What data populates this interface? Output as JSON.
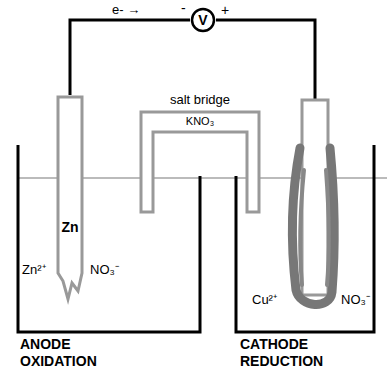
{
  "diagram": {
    "nodes": [
      {
        "text": [
          "V"
        ]
      },
      {
        "text": [
          "salt bridge",
          "KNO₃"
        ]
      },
      {
        "text": [
          "Zn"
        ]
      }
    ],
    "edges": [
      {
        "from": 2,
        "to": 0,
        "arrow": "none"
      }
    ],
    "labels": [
      "e- →",
      "-",
      "+",
      "Zn²⁺",
      "NO₃⁻",
      "Cu²⁺",
      "NO₃⁻",
      "ANODE",
      "OXIDATION",
      "CATHODE",
      "REDUCTION"
    ]
  }
}
